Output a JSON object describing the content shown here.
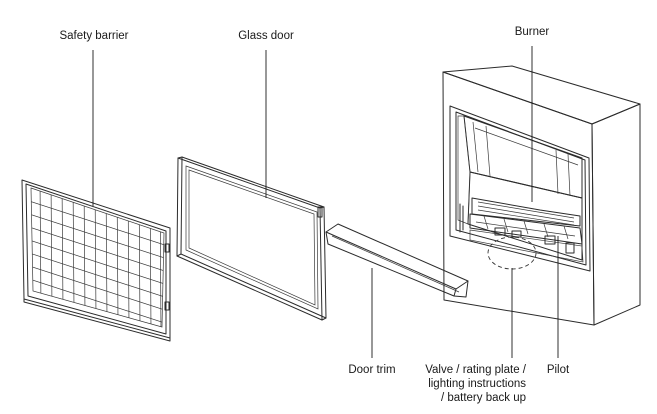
{
  "labels": {
    "safety_barrier": "Safety barrier",
    "glass_door": "Glass door",
    "burner": "Burner",
    "door_trim": "Door trim",
    "valve_line1": "Valve / rating plate /",
    "valve_line2": "lighting instructions",
    "valve_line3": "/ battery back up",
    "pilot": "Pilot"
  },
  "colors": {
    "line": "#2b2b2b",
    "light_fill": "#f2f2f2",
    "mid_fill": "#cfcfcf",
    "dark_fill": "#555555"
  }
}
